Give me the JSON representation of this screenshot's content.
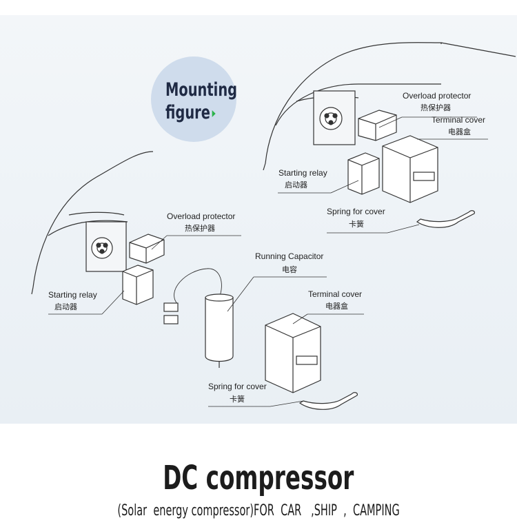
{
  "badge": {
    "line1": "Mounting",
    "line2": "figure"
  },
  "top_diagram": {
    "overload_protector": {
      "en": "Overload protector",
      "cn": "热保护器"
    },
    "terminal_cover": {
      "en": "Terminal cover",
      "cn": "电器盒"
    },
    "starting_relay": {
      "en": "Starting relay",
      "cn": "启动器"
    },
    "spring_for_cover": {
      "en": "Spring for cover",
      "cn": "卡簧"
    }
  },
  "bottom_diagram": {
    "overload_protector": {
      "en": "Overload protector",
      "cn": "热保护器"
    },
    "running_capacitor": {
      "en": "Running Capacitor",
      "cn": "电容"
    },
    "starting_relay": {
      "en": "Starting relay",
      "cn": "启动器"
    },
    "terminal_cover": {
      "en": "Terminal cover",
      "cn": "电器盒"
    },
    "spring_for_cover": {
      "en": "Spring for cover",
      "cn": "卡簧"
    }
  },
  "title": "DC  compressor",
  "subtitle": "(Solar  energy compressor)FOR  CAR   ,SHIP  ,  CAMPING",
  "colors": {
    "badge_bg": "#cfdcec",
    "arrow": "#2bb34a",
    "text": "#1c1c1c"
  }
}
